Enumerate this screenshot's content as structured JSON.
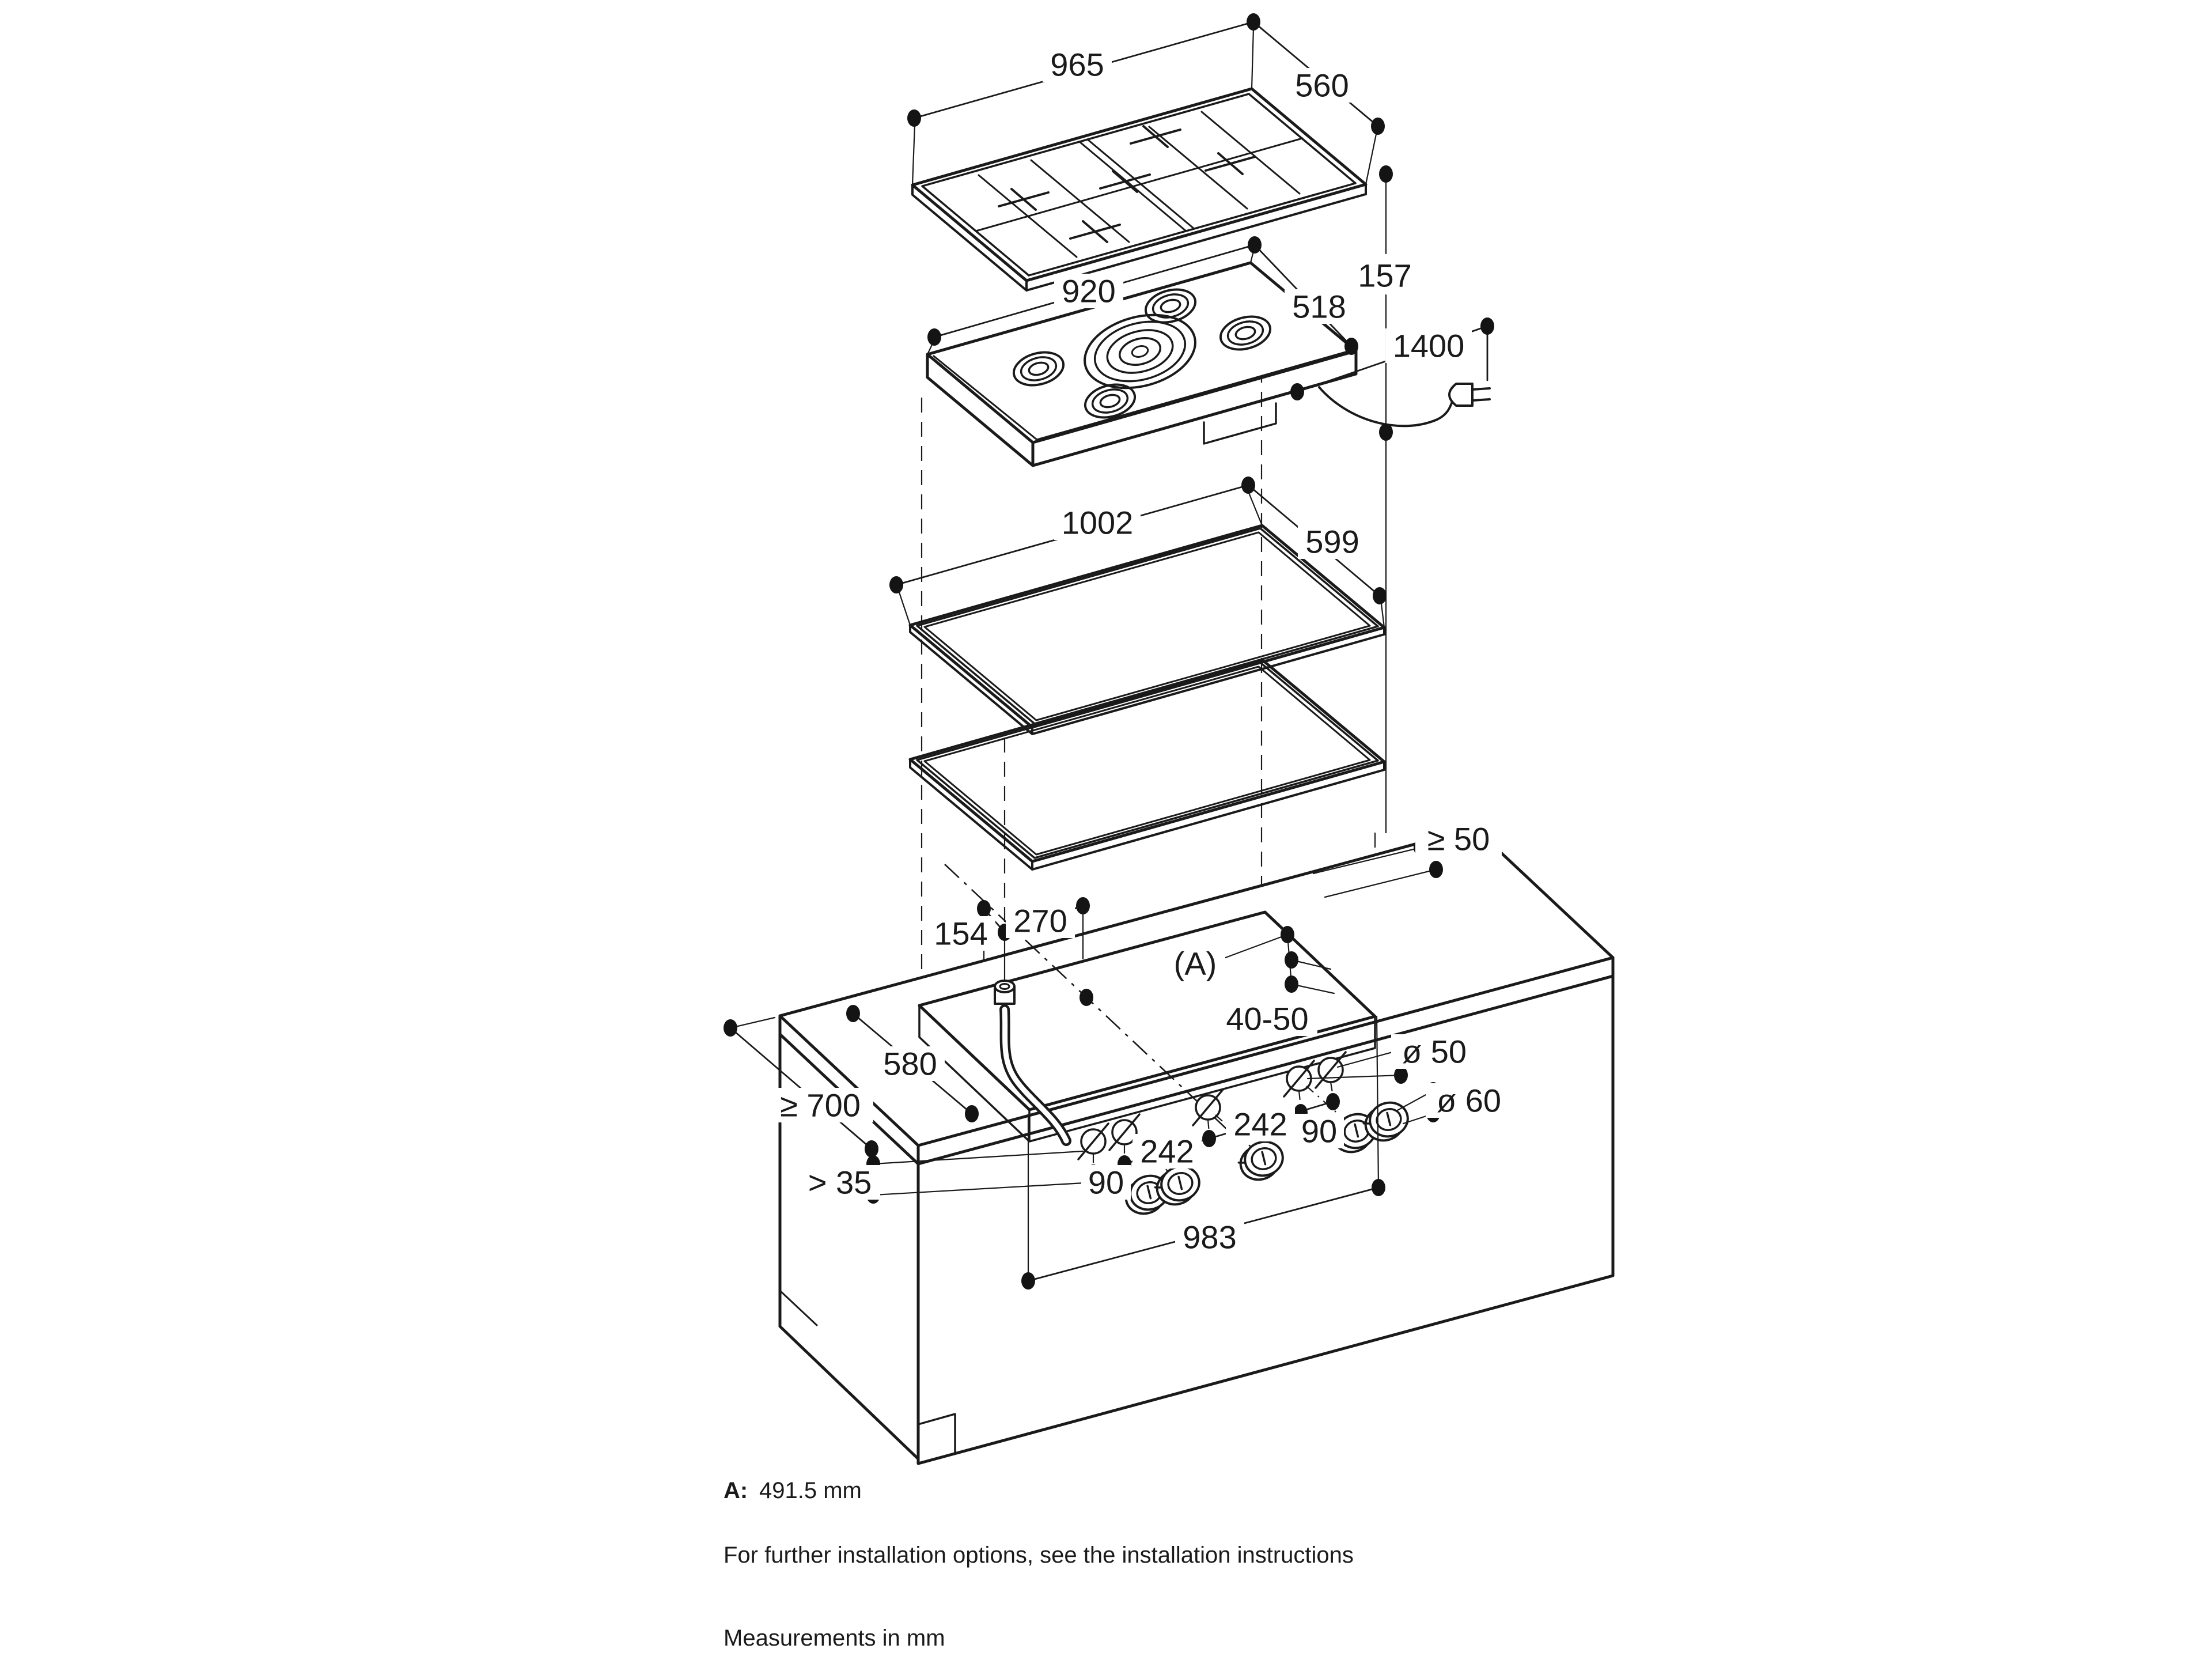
{
  "diagram": {
    "type": "appliance-installation-drawing",
    "subject": "gas cooktop exploded installation view",
    "colors": {
      "line": "#1a1a1a",
      "background": "#ffffff"
    },
    "dims": {
      "grate_width": "965",
      "grate_depth": "560",
      "cooktop_width": "920",
      "cooktop_depth": "518",
      "height_to_surface": "157",
      "cable_length": "1400",
      "frame_width": "1002",
      "frame_depth": "599",
      "rear_clearance": "≥ 50",
      "hose_offset_left": "154",
      "hose_offset_rear": "270",
      "cutout_depth_ref": "(A)",
      "lateral_gap": "40-50",
      "left_section_width": "580",
      "worktop_depth": "≥ 700",
      "worktop_thickness": "> 35",
      "cutout_width": "983",
      "knob_pitch_left": "90",
      "knob_group_left": "242",
      "knob_group_right": "242",
      "knob_pitch_right": "90",
      "hole_knob_small": "ø 50",
      "hole_knob_large": "ø 60"
    },
    "notes": {
      "a_key": "A:",
      "a_value": "491.5 mm",
      "installation": "For further installation options, see the installation instructions",
      "units": "Measurements in mm"
    }
  }
}
